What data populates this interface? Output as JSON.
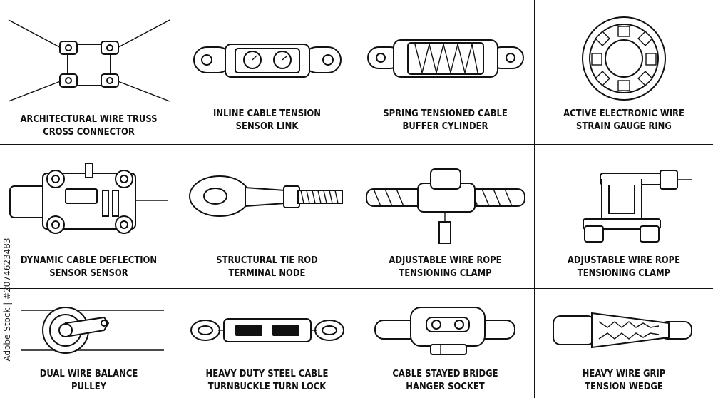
{
  "captions": [
    {
      "line1": "ARCHITECTURAL WIRE TRUSS",
      "line2": "CROSS CONNECTOR",
      "icon": "cross-connector-icon"
    },
    {
      "line1": "INLINE CABLE TENSION",
      "line2": "SENSOR LINK",
      "icon": "tension-sensor-link-icon"
    },
    {
      "line1": "SPRING TENSIONED CABLE",
      "line2": "BUFFER CYLINDER",
      "icon": "spring-buffer-cylinder-icon"
    },
    {
      "line1": "ACTIVE ELECTRONIC WIRE",
      "line2": "STRAIN GAUGE RING",
      "icon": "strain-gauge-ring-icon"
    },
    {
      "line1": "DYNAMIC CABLE DEFLECTION",
      "line2": "SENSOR SENSOR",
      "icon": "deflection-sensor-icon"
    },
    {
      "line1": "STRUCTURAL TIE ROD",
      "line2": "TERMINAL NODE",
      "icon": "tie-rod-terminal-icon"
    },
    {
      "line1": "ADJUSTABLE WIRE ROPE",
      "line2": "TENSIONING CLAMP",
      "icon": "wire-rope-clamp-icon"
    },
    {
      "line1": "ADJUSTABLE WIRE ROPE",
      "line2": "TENSIONING CLAMP",
      "icon": "u-clamp-icon"
    },
    {
      "line1": "DUAL WIRE BALANCE",
      "line2": "PULLEY",
      "icon": "balance-pulley-icon"
    },
    {
      "line1": "HEAVY DUTY STEEL CABLE",
      "line2": "TURNBUCKLE TURN LOCK",
      "icon": "turnbuckle-icon"
    },
    {
      "line1": "CABLE STAYED BRIDGE",
      "line2": "HANGER SOCKET",
      "icon": "hanger-socket-icon"
    },
    {
      "line1": "HEAVY WIRE GRIP",
      "line2": "TENSION WEDGE",
      "icon": "wire-grip-wedge-icon"
    }
  ],
  "stock_id": "Adobe Stock | #2074623483"
}
